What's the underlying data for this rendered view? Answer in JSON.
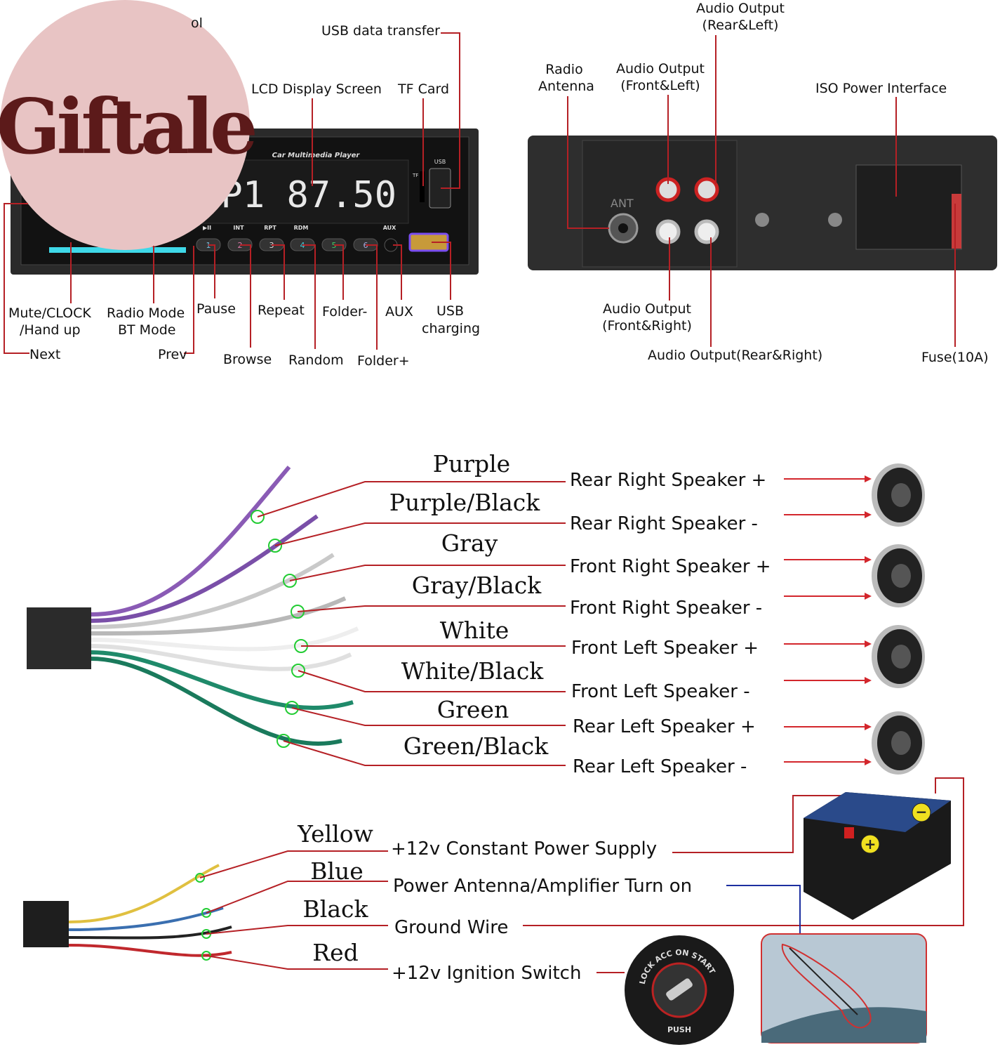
{
  "logo": {
    "text": "Giftale",
    "bg_color": "#e8c4c4",
    "text_color": "#5c1a1a"
  },
  "front_panel": {
    "partial_label": "ol",
    "device_title": "Car Multimedia Player",
    "display_text": "P1  87.50",
    "button_labels": [
      "▶II",
      "INT",
      "RPT",
      "RDM",
      "",
      "",
      "AUX"
    ],
    "button_numbers": [
      "1",
      "2",
      "3",
      "4",
      "5",
      "6"
    ],
    "usb_tag": "USB",
    "tf_tag": "TF",
    "callouts": {
      "usb_data": "USB data transfer",
      "lcd": "LCD Display Screen",
      "tf_card": "TF Card",
      "mute_1": "Mute/CLOCK",
      "mute_2": "/Hand up",
      "radio_1": "Radio Mode",
      "radio_2": "BT Mode",
      "pause": "Pause",
      "repeat": "Repeat",
      "folder_minus": "Folder-",
      "aux": "AUX",
      "usb_charge_1": "USB",
      "usb_charge_2": "charging",
      "next": "Next",
      "prev": "Prev",
      "browse": "Browse",
      "random": "Random",
      "folder_plus": "Folder+"
    }
  },
  "rear_panel": {
    "ant_tag": "ANT",
    "callouts": {
      "rear_left_1": "Audio Output",
      "rear_left_2": "(Rear&Left)",
      "antenna_1": "Radio",
      "antenna_2": "Antenna",
      "front_left_1": "Audio Output",
      "front_left_2": "(Front&Left)",
      "iso": "ISO Power Interface",
      "front_right_1": "Audio Output",
      "front_right_2": "(Front&Right)",
      "rear_right": "Audio Output(Rear&Right)",
      "fuse": "Fuse(10A)"
    }
  },
  "speaker_wires": [
    {
      "color_name": "Purple",
      "function": "Rear Right Speaker +",
      "wire_color": "#8a5bb5"
    },
    {
      "color_name": "Purple/Black",
      "function": "Rear Right Speaker -",
      "wire_color": "#7a4fa8"
    },
    {
      "color_name": "Gray",
      "function": "Front Right Speaker +",
      "wire_color": "#c9c9c9"
    },
    {
      "color_name": "Gray/Black",
      "function": "Front Right Speaker -",
      "wire_color": "#b8b8b8"
    },
    {
      "color_name": "White",
      "function": "Front Left Speaker +",
      "wire_color": "#eeeeee"
    },
    {
      "color_name": "White/Black",
      "function": "Front Left Speaker -",
      "wire_color": "#e0e0e0"
    },
    {
      "color_name": "Green",
      "function": "Rear Left Speaker +",
      "wire_color": "#1f8a6a"
    },
    {
      "color_name": "Green/Black",
      "function": "Rear Left Speaker -",
      "wire_color": "#1a7a5c"
    }
  ],
  "power_wires": [
    {
      "color_name": "Yellow",
      "function": "+12v Constant Power Supply",
      "wire_color": "#e0c040"
    },
    {
      "color_name": "Blue",
      "function": "Power Antenna/Amplifier Turn on",
      "wire_color": "#3a6fb0"
    },
    {
      "color_name": "Black",
      "function": "Ground Wire",
      "wire_color": "#222222"
    },
    {
      "color_name": "Red",
      "function": "+12v Ignition Switch",
      "wire_color": "#c0282d"
    }
  ],
  "ignition": {
    "positions": "LOCK ACC ON START",
    "push": "PUSH"
  },
  "colors": {
    "callout_line": "#b52025",
    "arrow": "#d3262c",
    "blue_line": "#1d2fa0",
    "marker": "#22cc33"
  }
}
